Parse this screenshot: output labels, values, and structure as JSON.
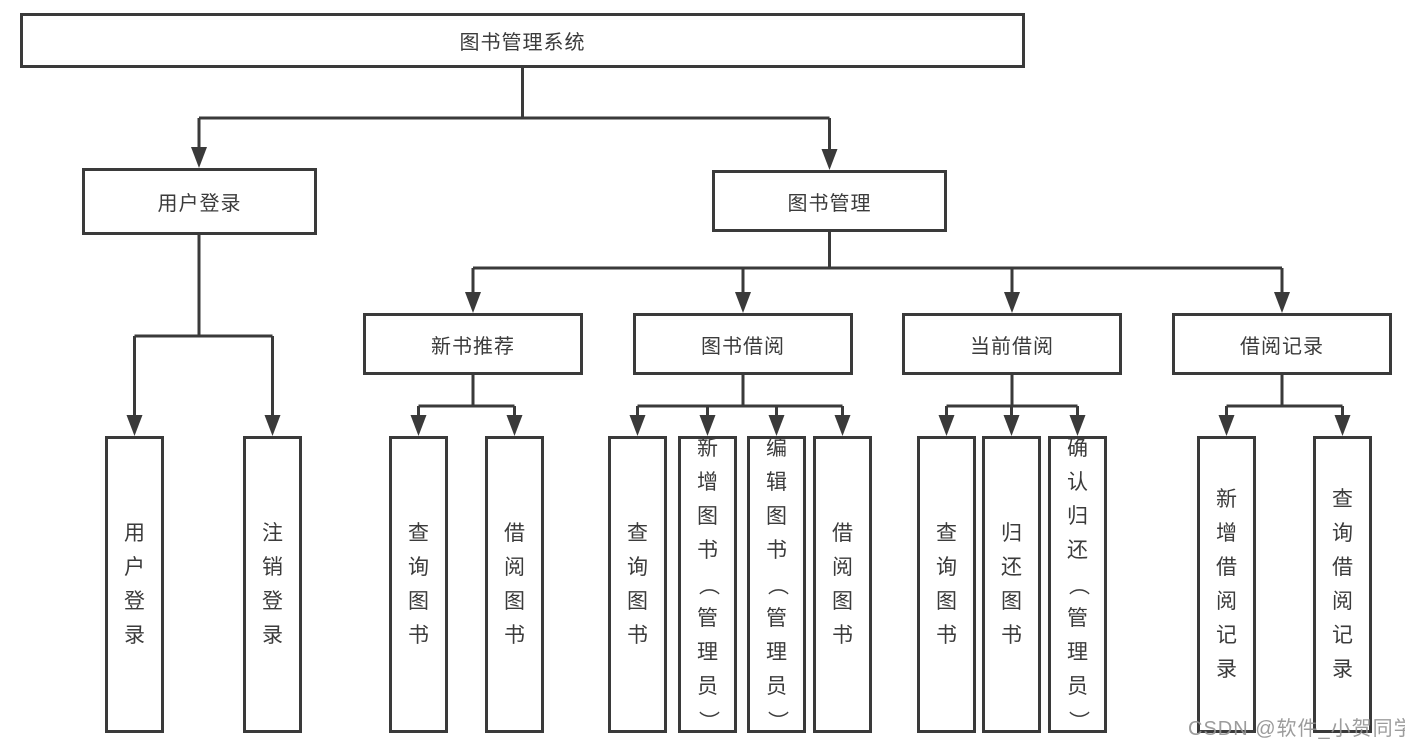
{
  "diagram": {
    "title": "图书管理系统",
    "branches": [
      {
        "label": "用户登录",
        "children": [
          "用户登录",
          "注销登录"
        ]
      },
      {
        "label": "图书管理",
        "sections": [
          {
            "label": "新书推荐",
            "children": [
              "查询图书",
              "借阅图书"
            ]
          },
          {
            "label": "图书借阅",
            "children": [
              "查询图书",
              "新增图书（管理员）",
              "编辑图书（管理员）",
              "借阅图书"
            ]
          },
          {
            "label": "当前借阅",
            "children": [
              "查询图书",
              "归还图书",
              "确认归还（管理员）"
            ]
          },
          {
            "label": "借阅记录",
            "children": [
              "新增借阅记录",
              "查询借阅记录"
            ]
          }
        ]
      }
    ]
  },
  "watermark": "CSDN @软件_小贺同学",
  "colors": {
    "line": "#3a3a3a",
    "text": "#3b3b3b",
    "box_fill": "#ffffff",
    "watermark": "#949494",
    "background": "#ffffff"
  }
}
